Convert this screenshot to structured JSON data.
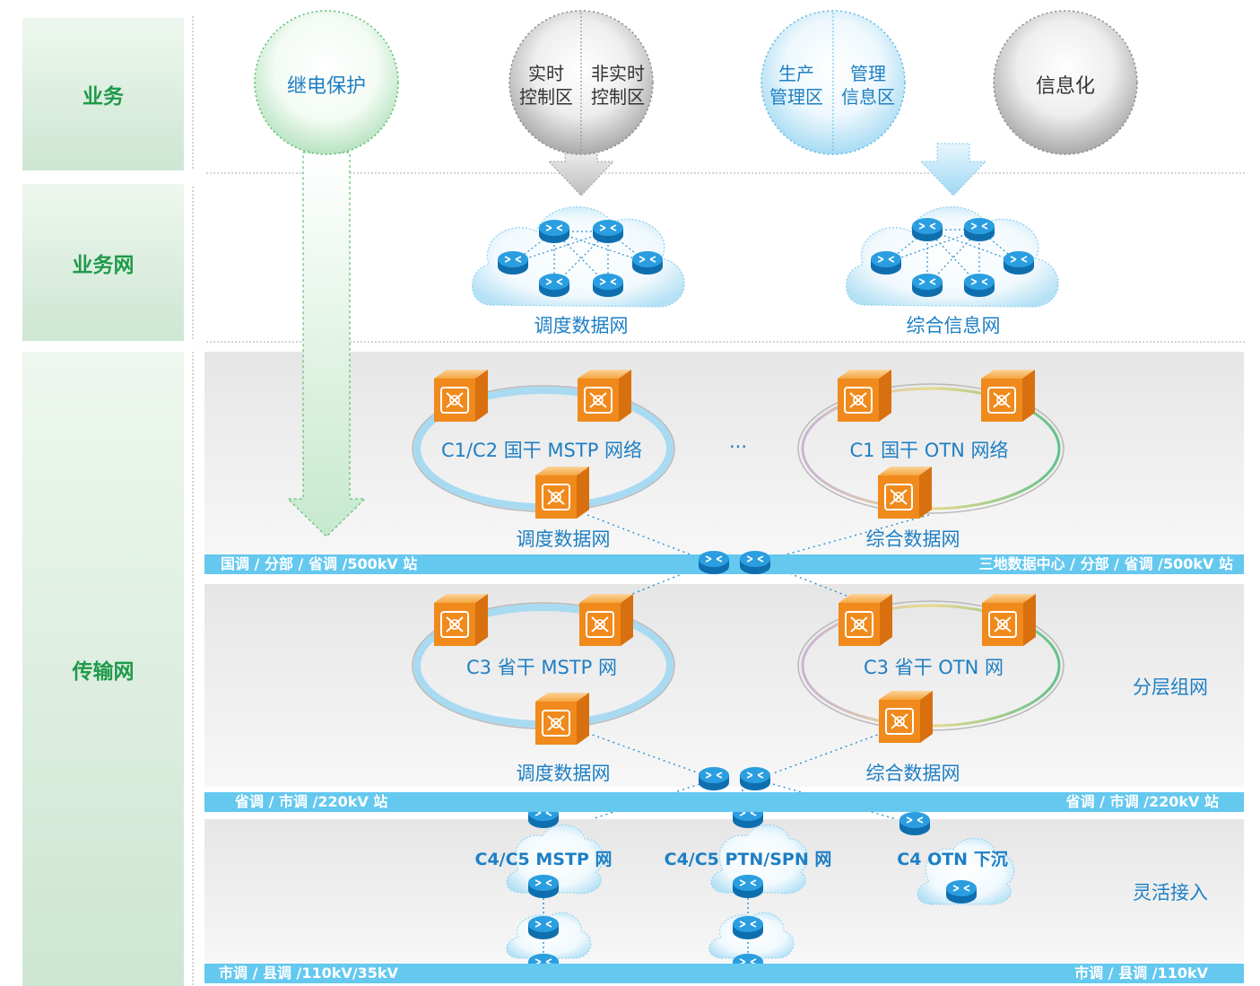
{
  "layers": {
    "service": "业务",
    "service_network": "业务网",
    "transport_network": "传输网"
  },
  "services": {
    "relay_protection": "继电保护",
    "realtime_line1": "实时",
    "realtime_line2": "控制区",
    "nonrealtime_line1": "非实时",
    "nonrealtime_line2": "控制区",
    "production_line1": "生产",
    "production_line2": "管理区",
    "management_line1": "管理",
    "management_line2": "信息区",
    "informatization": "信息化"
  },
  "service_networks": {
    "dispatch_data_network": "调度数据网",
    "integrated_info_network": "综合信息网"
  },
  "transport": {
    "c1c2_mstp": "C1/C2 国干 MSTP 网络",
    "ellipsis": "···",
    "c1_otn": "C1 国干 OTN 网络",
    "dispatch_data_network_1": "调度数据网",
    "integrated_data_network_1": "综合数据网",
    "bar1_left": "国调 / 分部 / 省调 /500kV 站",
    "bar1_right": "三地数据中心 / 分部 / 省调 /500kV 站",
    "c3_mstp": "C3 省干 MSTP 网",
    "c3_otn": "C3 省干 OTN 网",
    "layered_networking": "分层组网",
    "dispatch_data_network_2": "调度数据网",
    "integrated_data_network_2": "综合数据网",
    "bar2_left": "省调 / 市调 /220kV 站",
    "bar2_right": "省调 / 市调 /220kV 站",
    "c4c5_mstp": "C4/C5 MSTP 网",
    "c4c5_ptn": "C4/C5 PTN/SPN 网",
    "c4_otn": "C4 OTN 下沉",
    "flexible_access": "灵活接入",
    "bar3_left": "市调 / 县调 /110kV/35kV",
    "bar3_right": "市调 / 县调 /110kV"
  },
  "colors": {
    "label_green": "#1f9a4a",
    "text_blue": "#1e7fc4",
    "bar_blue": "#64c8ef",
    "router_blue": "#1a86c9",
    "switch_orange": "#f08a1c"
  }
}
